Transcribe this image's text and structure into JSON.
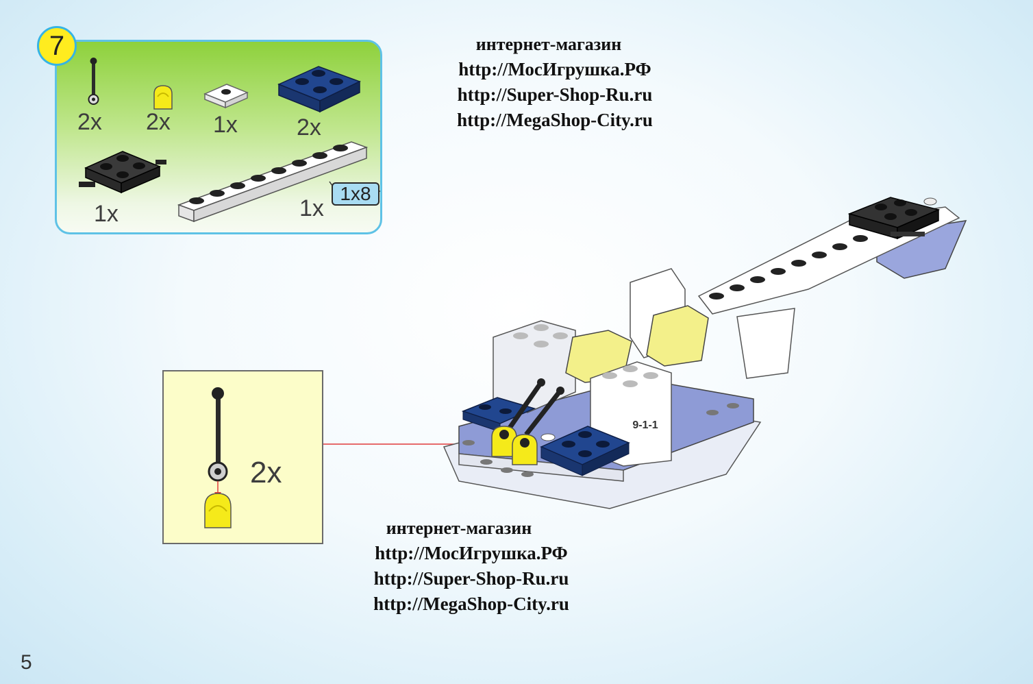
{
  "step": {
    "number": "7",
    "parts": [
      {
        "name": "antenna-lever",
        "qty": "2x"
      },
      {
        "name": "yellow-slope",
        "qty": "2x"
      },
      {
        "name": "white-tile-1x2",
        "qty": "1x"
      },
      {
        "name": "blue-plate-2x2",
        "qty": "2x"
      },
      {
        "name": "black-plate-wheel-holder",
        "qty": "1x"
      },
      {
        "name": "white-plate-1x8",
        "qty": "1x",
        "tag": "1x8"
      }
    ]
  },
  "callout": {
    "qty": "2x"
  },
  "shop_top": {
    "heading": "интернет-магазин",
    "links": [
      "http://МосИгрушка.РФ",
      "http://Super-Shop-Ru.ru",
      "http://MegaShop-City.ru"
    ]
  },
  "shop_bottom": {
    "heading": "интернет-магазин",
    "links": [
      "http://МосИгрушка.РФ",
      "http://Super-Shop-Ru.ru",
      "http://MegaShop-City.ru"
    ]
  },
  "model": {
    "decal": "9-1-1"
  },
  "page": {
    "number": "5"
  },
  "colors": {
    "panel_border": "#5ec2e6",
    "panel_green": "#8ed13c",
    "badge_yellow": "#ffec1f",
    "callout_bg": "#fcfdc9",
    "lego_blue": "#1f3f8f",
    "lego_black": "#222222",
    "lego_yellow": "#f5ea1a",
    "arrow_red": "#e03a3a"
  }
}
